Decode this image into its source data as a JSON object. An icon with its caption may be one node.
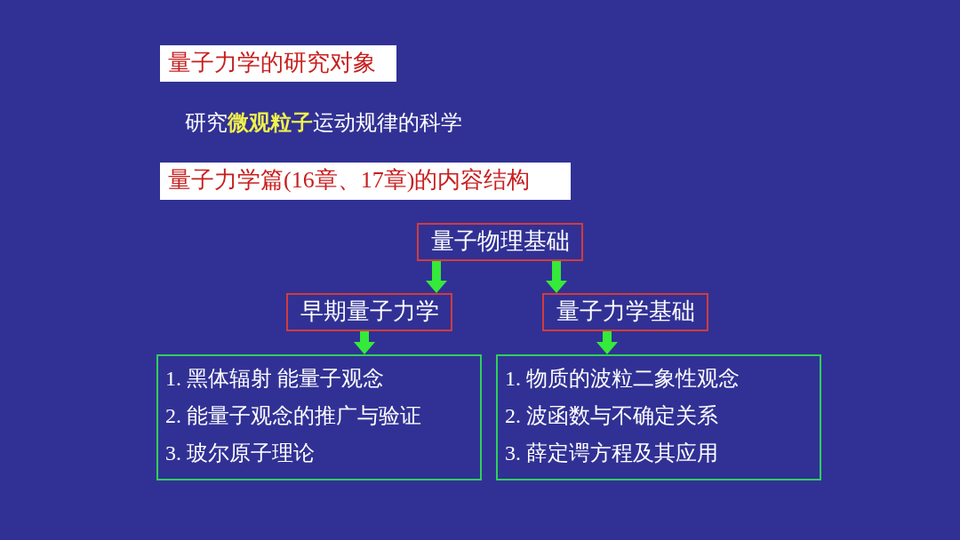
{
  "diagram": {
    "nodes": [
      {
        "text": [
          "量子力学的研究对象"
        ]
      },
      {
        "text": [
          "量子力学篇(16章、17章)的内容结构"
        ]
      },
      {
        "text": [
          "量子物理基础"
        ]
      },
      {
        "text": [
          "早期量子力学"
        ]
      },
      {
        "text": [
          "量子力学基础"
        ]
      },
      {
        "text": [
          "1. 黑体辐射 能量子观念",
          "2. 能量子观念的推广与验证",
          "3. 玻尔原子理论"
        ]
      },
      {
        "text": [
          "1. 物质的波粒二象性观念",
          "2. 波函数与不确定关系",
          "3. 薛定谔方程及其应用"
        ]
      }
    ],
    "edges": [
      {
        "from": 2,
        "to": 3,
        "arrow": "to"
      },
      {
        "from": 2,
        "to": 4,
        "arrow": "to"
      },
      {
        "from": 3,
        "to": 5,
        "arrow": "to"
      },
      {
        "from": 4,
        "to": 6,
        "arrow": "to"
      }
    ],
    "labels": [
      "研究**微观粒子**运动规律的科学"
    ]
  }
}
